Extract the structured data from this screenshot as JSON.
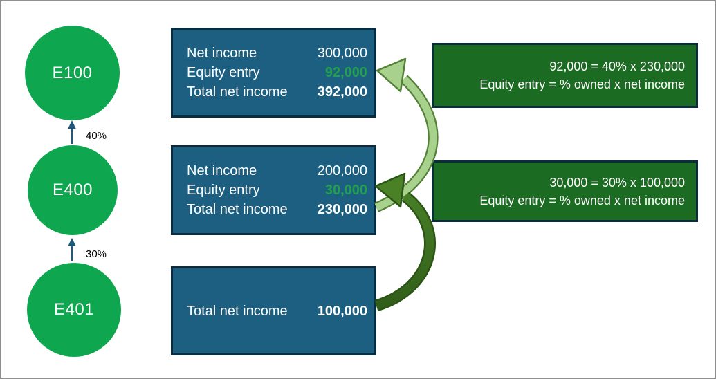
{
  "entities": [
    {
      "label": "E100"
    },
    {
      "label": "E400"
    },
    {
      "label": "E401"
    }
  ],
  "ownership": [
    {
      "from": "E400",
      "to": "E100",
      "label": "40%"
    },
    {
      "from": "E401",
      "to": "E400",
      "label": "30%"
    }
  ],
  "income_boxes": [
    {
      "rows": [
        {
          "label": "Net income",
          "value": "300,000"
        },
        {
          "label": "Equity entry",
          "value": "92,000"
        },
        {
          "label": "Total net income",
          "value": "392,000"
        }
      ]
    },
    {
      "rows": [
        {
          "label": "Net income",
          "value": "200,000"
        },
        {
          "label": "Equity entry",
          "value": "30,000"
        },
        {
          "label": "Total net income",
          "value": "230,000"
        }
      ]
    },
    {
      "rows": [
        {
          "label": "Total net income",
          "value": "100,000"
        }
      ]
    }
  ],
  "callouts": [
    {
      "line1": "92,000 = 40% x 230,000",
      "line2": "Equity entry = % owned x net income"
    },
    {
      "line1": "30,000 = 30% x 100,000",
      "line2": "Equity entry = % owned x net income"
    }
  ],
  "colors": {
    "circle-green": "#0FA650",
    "box-blue": "#1C5F80",
    "box-border": "#0B2B3F",
    "callout-green": "#1C6B22",
    "highlight-green": "#21A14A",
    "arrow-teal": "#20587C",
    "swoosh-light-fill": "#A9D18E",
    "swoosh-light-stroke": "#538135",
    "swoosh-dark-fill": "#4A8127",
    "swoosh-dark-stroke": "#2B5514"
  }
}
